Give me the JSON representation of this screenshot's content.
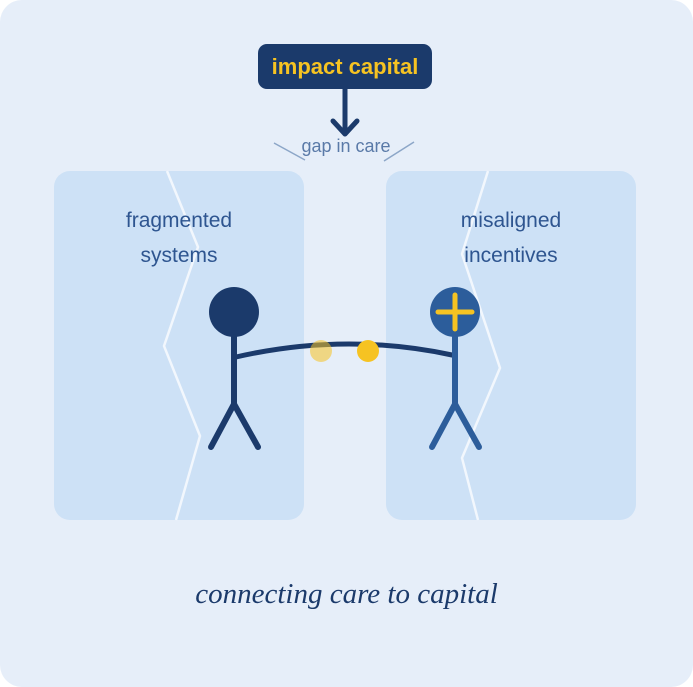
{
  "diagram": {
    "top_label": "impact capital",
    "gap_label": "gap in care",
    "left_panel": {
      "line1": "fragmented",
      "line2": "systems"
    },
    "right_panel": {
      "line1": "misaligned",
      "line2": "incentives"
    },
    "caption": "connecting care to capital"
  },
  "colors": {
    "background": "#e6eef9",
    "panel": "#cde1f6",
    "navy": "#1b3a6b",
    "blue": "#2c5d9b",
    "gold": "#f6c322"
  }
}
